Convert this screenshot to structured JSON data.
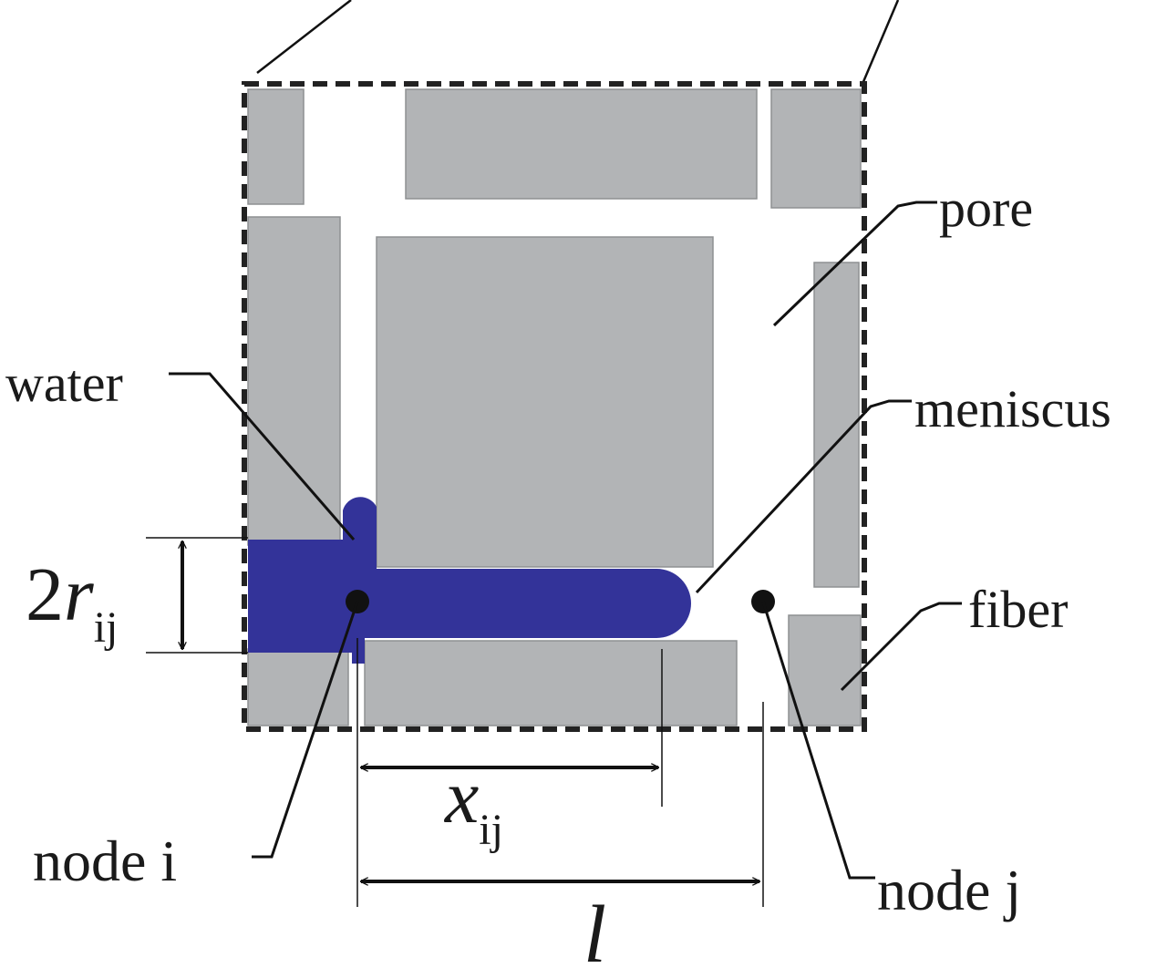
{
  "labels": {
    "pore": "pore",
    "water": "water",
    "meniscus": "meniscus",
    "fiber": "fiber",
    "node_i": "node i",
    "node_j": "node j",
    "radius_coef": "2",
    "radius_var": "r",
    "radius_sub": "ij",
    "length_var": "x",
    "length_sub": "ij",
    "spacing": "l"
  },
  "colors": {
    "fiber": "#b2b4b6",
    "water": "#333399",
    "frame": "#222222",
    "node": "#111111"
  }
}
